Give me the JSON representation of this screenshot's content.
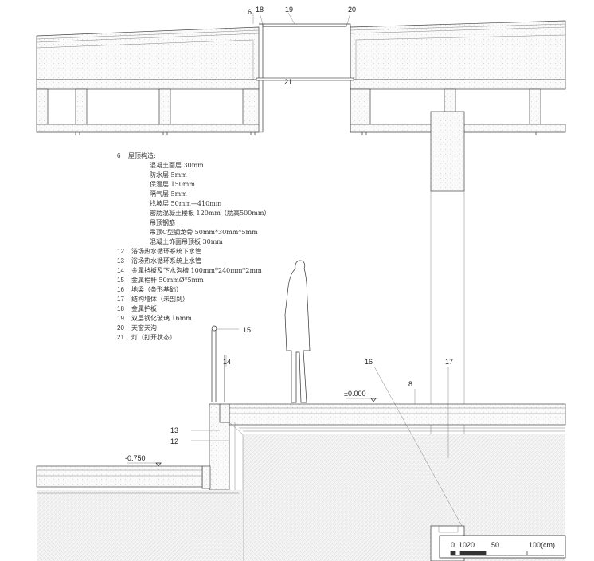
{
  "callouts": {
    "c6": "6",
    "c18": "18",
    "c19": "19",
    "c20": "20",
    "c21": "21",
    "c15": "15",
    "c14": "14",
    "c16": "16",
    "c17": "17",
    "c8": "8",
    "c13": "13",
    "c12": "12"
  },
  "levels": {
    "zero": "±0.000",
    "minus": "-0.750"
  },
  "notes": {
    "n6": {
      "num": "6",
      "text": "屋顶构造:"
    },
    "n6_layers": [
      "混凝土面层   30mm",
      "防水层   5mm",
      "保温层   150mm",
      "隔气层   5mm",
      "找坡层   50mm—410mm",
      "密肋混凝土楼板   120mm（肋高500mm）",
      "吊顶钢筋",
      "吊顶C型钢龙骨   50mm*30mm*5mm",
      "混凝土饰面吊顶板   30mm"
    ],
    "items": [
      {
        "num": "12",
        "text": "浴场热水循环系统下水管"
      },
      {
        "num": "13",
        "text": "浴场热水循环系统上水管"
      },
      {
        "num": "14",
        "text": "金属挡板及下水沟槽   100mm*240mm*2mm"
      },
      {
        "num": "15",
        "text": "金属栏杆   50mmØ*5mm"
      },
      {
        "num": "16",
        "text": "地梁（条形基础）"
      },
      {
        "num": "17",
        "text": "结构墙体（未剖到）"
      },
      {
        "num": "18",
        "text": "金属护板"
      },
      {
        "num": "19",
        "text": "双层钢化玻璃   16mm"
      },
      {
        "num": "20",
        "text": "天窗天沟"
      },
      {
        "num": "21",
        "text": "灯（打开状态）"
      }
    ]
  },
  "scale": {
    "t0": "0",
    "t1": "1020",
    "t2": "50",
    "t3": "100(cm)"
  }
}
